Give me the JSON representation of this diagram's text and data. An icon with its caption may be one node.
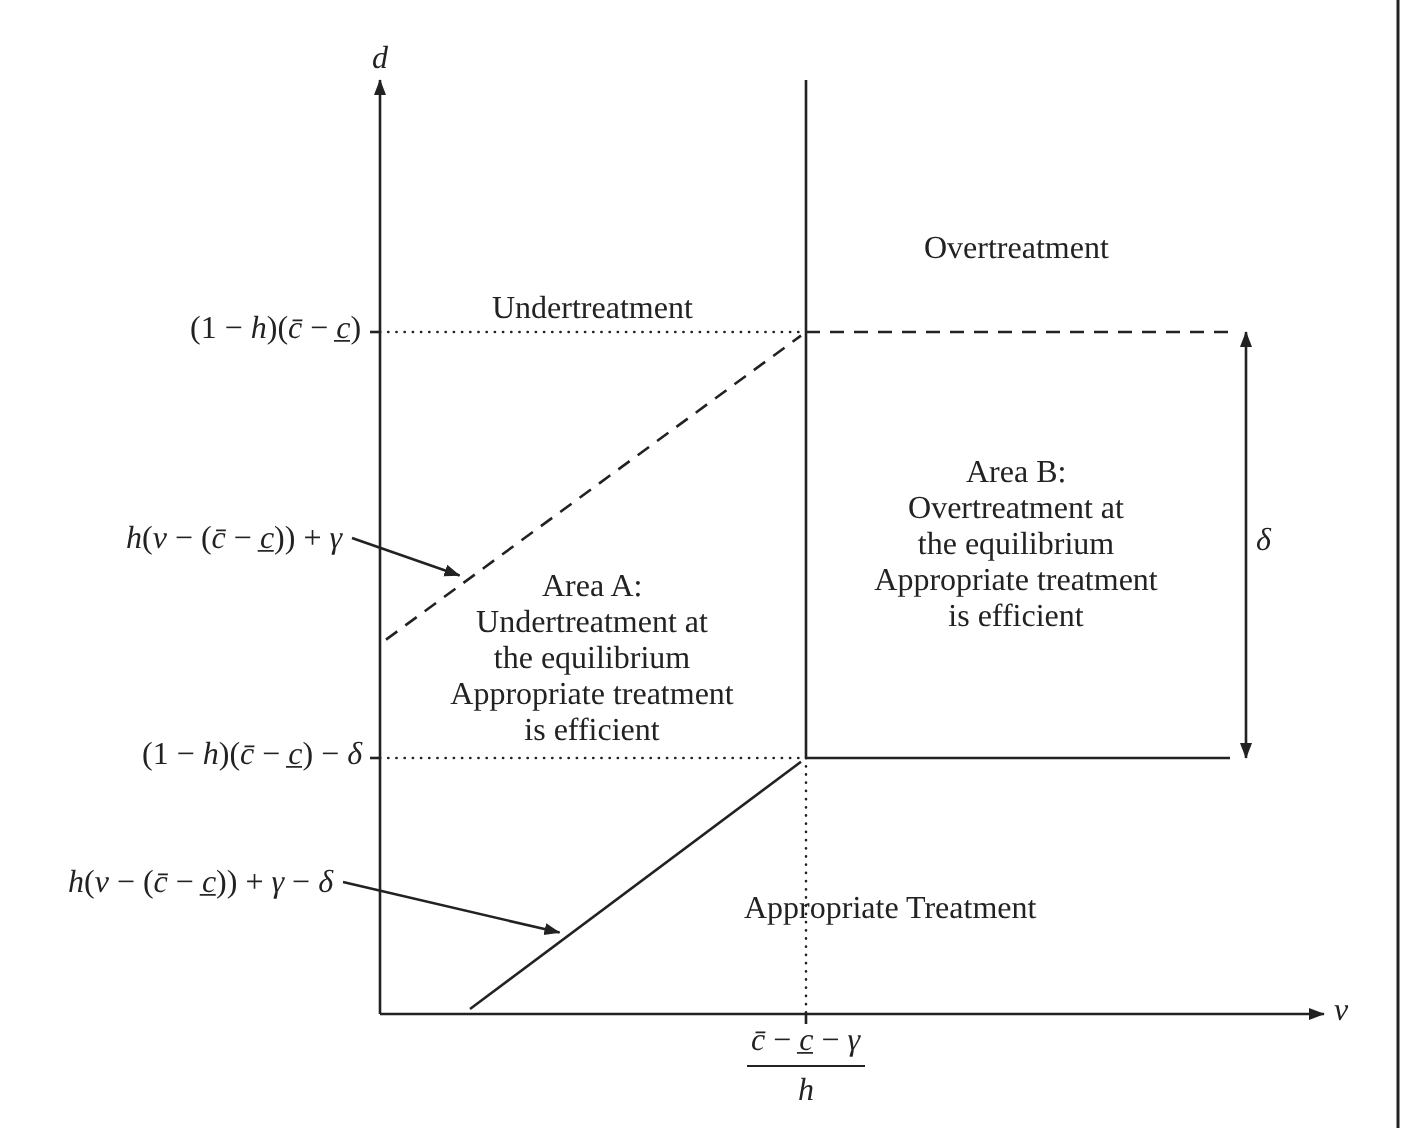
{
  "diagram": {
    "nodes": [
      {
        "text": [
          "*h*(*v* − (*c̄* − *c̲*)) + *γ*"
        ]
      },
      {
        "text": [],
        "shape": "line"
      },
      {
        "text": [
          "*h*(*v* − (*c̄* − *c̲*)) + *γ* − *δ*"
        ]
      },
      {
        "text": [],
        "shape": "line"
      }
    ],
    "edges": [
      {
        "from": 0,
        "to": 1,
        "arrow": "to"
      },
      {
        "from": 2,
        "to": 3,
        "arrow": "to"
      }
    ],
    "labels": [
      "d",
      "Overtreatment",
      "(1 − *h*)(*c̄* − *c̲*)",
      "Undertreatment",
      "Area B:",
      "Overtreatment at the equilibrium",
      "Appropriate treatment is efficient",
      "δ",
      "Area A:",
      "Undertreatment at the equilibrium",
      "Appropriate treatment is efficient",
      "(1 − *h*)(*c̄* − *c̲*) − *δ*",
      "Appropriate Treatment",
      "v",
      "*c̄* − *c̲* − *γ*",
      "h"
    ]
  }
}
